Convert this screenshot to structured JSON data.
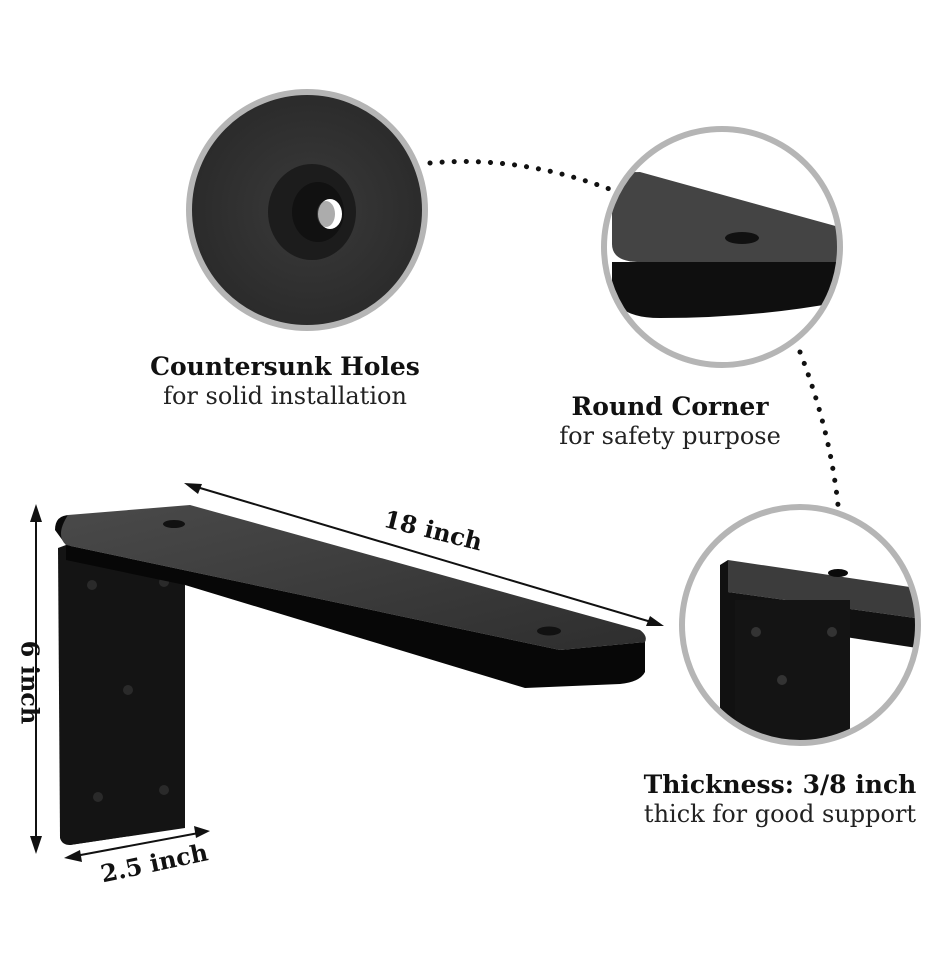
{
  "features": {
    "countersunk": {
      "title": "Countersunk Holes",
      "subtitle": "for solid installation"
    },
    "round_corner": {
      "title": "Round Corner",
      "subtitle": "for safety purpose"
    },
    "thickness": {
      "title": "Thickness: 3/8 inch",
      "subtitle": "thick for good support"
    }
  },
  "dimensions": {
    "length": "18 inch",
    "height": "6 inch",
    "width": "2.5 inch"
  },
  "colors": {
    "metal_top": "#3a3a3a",
    "metal_side": "#0d0d0d",
    "ring": "#b5b5b5",
    "dots": "#111111"
  }
}
